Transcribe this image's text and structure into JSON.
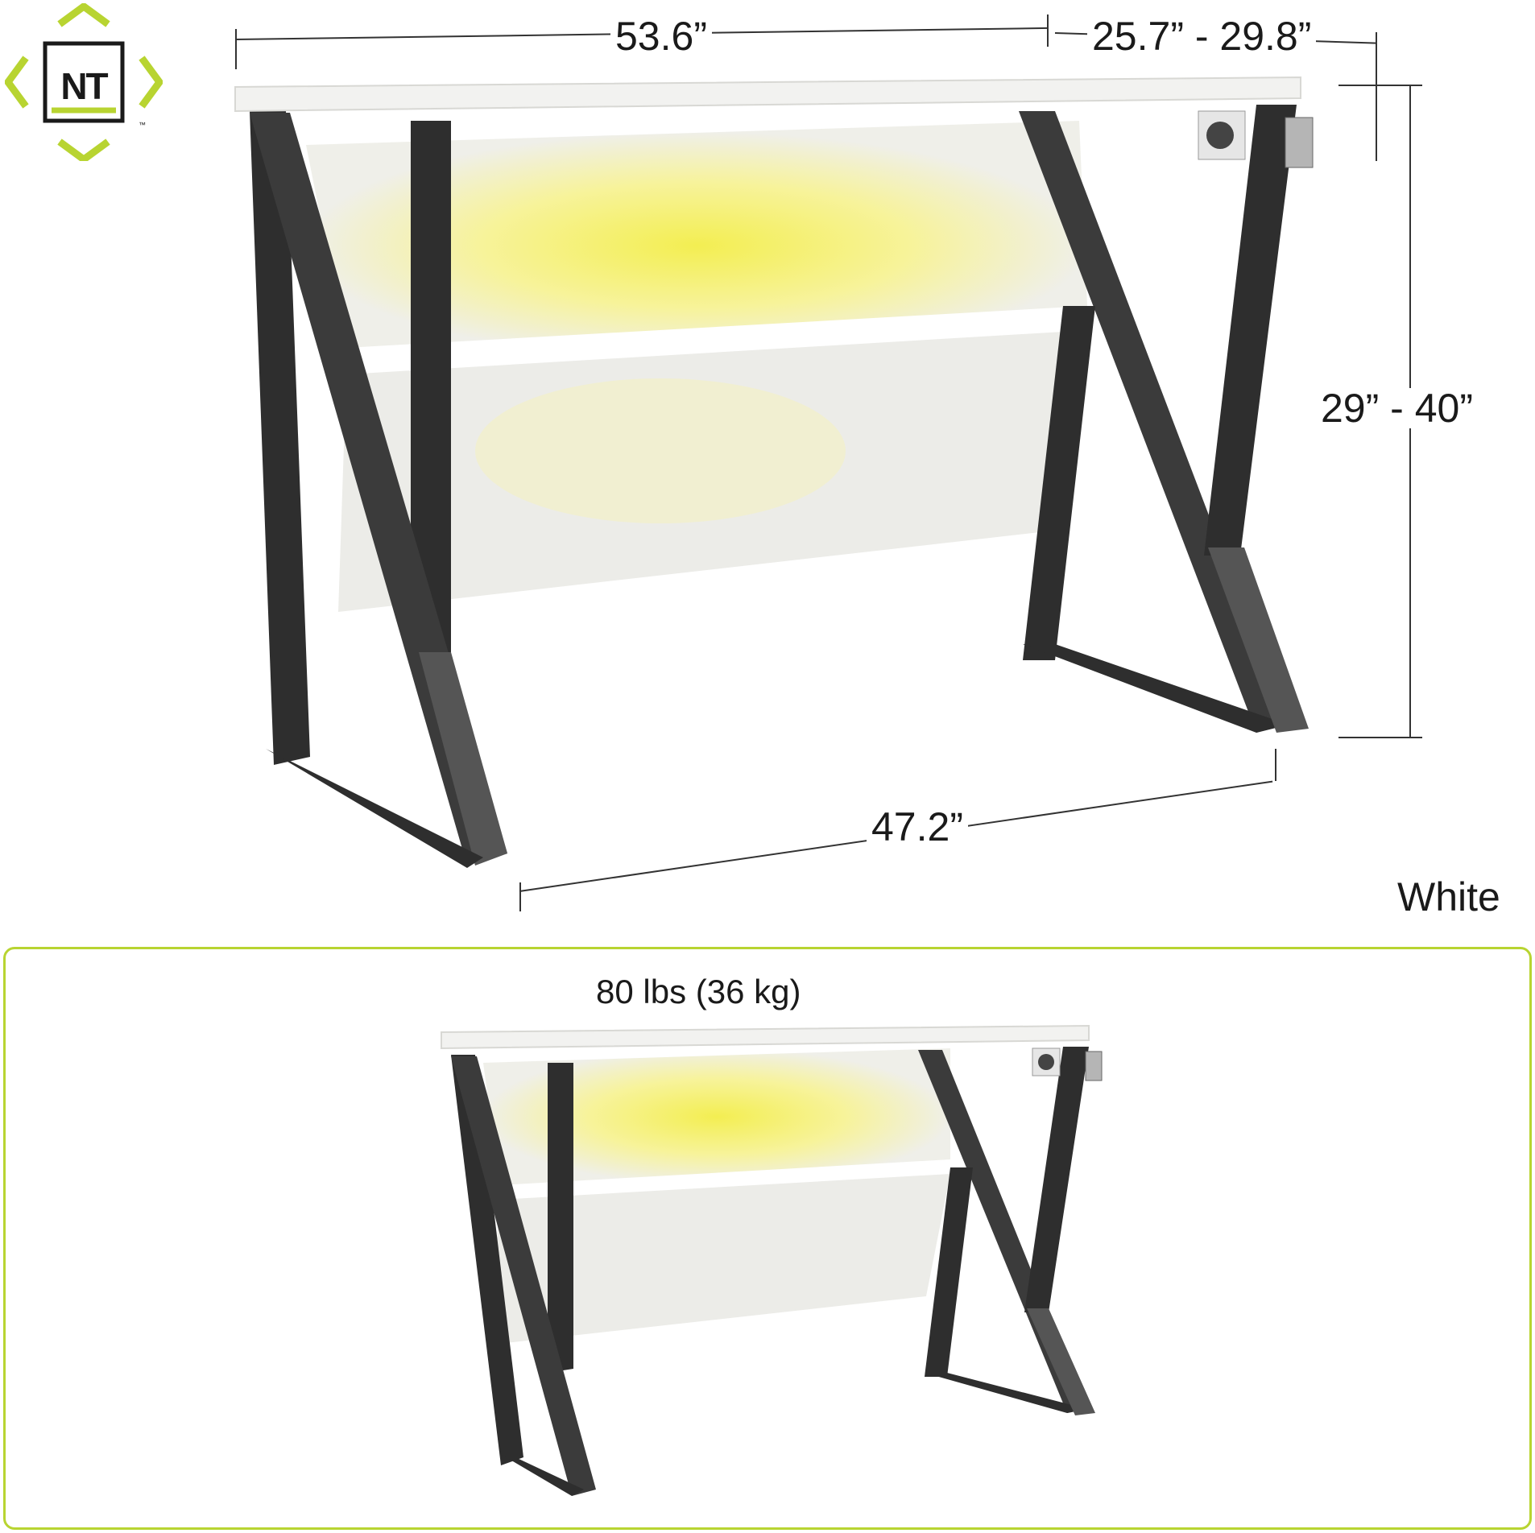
{
  "brand": {
    "logo_text": "NT",
    "trademark": "™",
    "accent": "#b8d431"
  },
  "dimensions": {
    "width": "53.6”",
    "depth": "25.7” - 29.8”",
    "height": "29” - 40”",
    "leg_span": "47.2”"
  },
  "weight": "80 lbs (36 kg)",
  "color_name": "White",
  "colors": {
    "frame": "#2b2b2b",
    "top": "#f2f2f0",
    "glow": "#f4f07a"
  }
}
